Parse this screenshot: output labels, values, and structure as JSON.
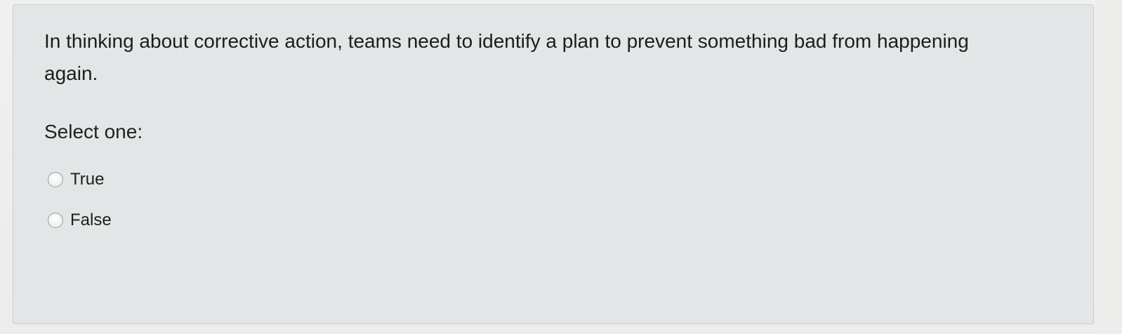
{
  "question": {
    "text": "In thinking about corrective action, teams need to identify a plan to prevent something bad from happening again.",
    "select_label": "Select one:"
  },
  "options": [
    {
      "label": "True",
      "selected": false
    },
    {
      "label": "False",
      "selected": false
    }
  ],
  "colors": {
    "panel_background": "#e3e6e6",
    "page_background": "#eeeeec",
    "text": "#1d1d1d"
  }
}
